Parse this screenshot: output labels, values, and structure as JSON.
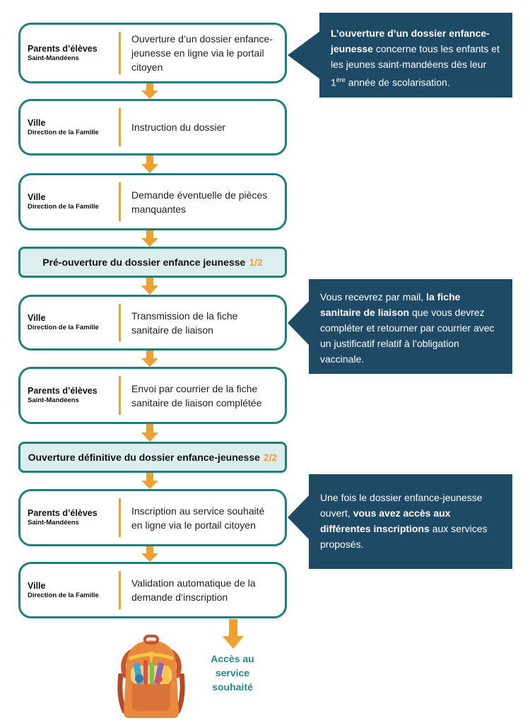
{
  "steps": [
    {
      "actor": "Parents d’élèves",
      "sub": "Saint-Mandéens",
      "text": "Ouverture d’un dossier enfance-jeunesse en ligne via le portail citoyen"
    },
    {
      "actor": "Ville",
      "sub": "Direction de la Famille",
      "text": "Instruction du dossier"
    },
    {
      "actor": "Ville",
      "sub": "Direction de la Famille",
      "text": "Demande éventuelle de pièces manquantes"
    },
    {
      "actor": "Ville",
      "sub": "Direction de la Famille",
      "text": "Transmission de la fiche sanitaire de liaison"
    },
    {
      "actor": "Parents d’élèves",
      "sub": "Saint-Mandéens",
      "text": "Envoi par courrier de la fiche sanitaire de liaison complétée"
    },
    {
      "actor": "Parents d’élèves",
      "sub": "Saint-Mandéens",
      "text": "Inscription au service souhaité en ligne via le portail citoyen"
    },
    {
      "actor": "Ville",
      "sub": "Direction de la Famille",
      "text": "Validation automatique de la demande d’inscription"
    }
  ],
  "phases": [
    {
      "label": "Pré-ouverture du dossier enfance jeunesse",
      "fraction": "1/2"
    },
    {
      "label": "Ouverture définitive du dossier enfance-jeunesse",
      "fraction": "2/2"
    }
  ],
  "callouts": {
    "c1": {
      "bold": "L’ouverture d’un dossier enfance-jeunesse",
      "t1": " concerne tous les enfants et les jeunes saint-mandéens dès leur 1",
      "sup": "ère",
      "t2": " année de scolarisation."
    },
    "c2": {
      "t1": "Vous recevrez par mail, ",
      "bold": "la fiche sanitaire de liaison",
      "t2": " que vous devrez compléter et retourner par courrier avec un justificatif relatif à l’obligation vaccinale."
    },
    "c3": {
      "t1": "Une fois le dossier enfance-jeunesse ouvert, ",
      "bold": "vous avez accès aux différentes inscriptions",
      "t2": " aux services proposés."
    }
  },
  "final": {
    "line1": "Accès au",
    "line2": "service",
    "line3": "souhaité"
  },
  "colors": {
    "teal": "#1f7f7c",
    "orange": "#f0a030",
    "navy": "#1e4a66",
    "phase_fill": "#dcefee"
  }
}
